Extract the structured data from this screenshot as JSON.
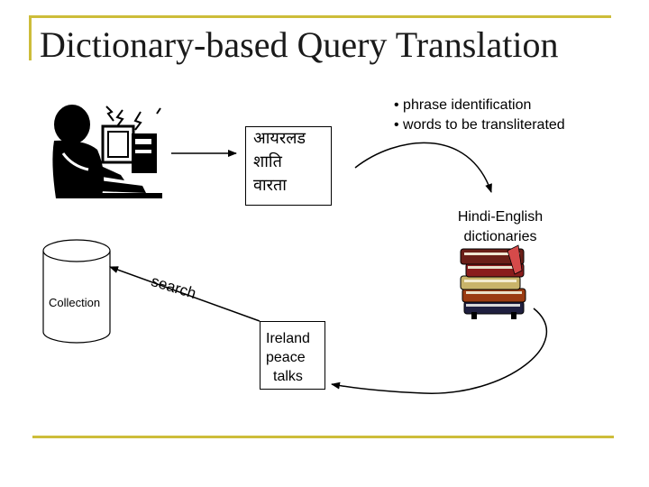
{
  "title": "Dictionary-based Query Translation",
  "hindi_query": [
    "आयरलड",
    "शाति",
    "वारता"
  ],
  "bullets": [
    "• phrase identification",
    "• words to be transliterated"
  ],
  "dictionary_label": [
    "Hindi-English",
    "dictionaries"
  ],
  "collection_label": "Collection",
  "search_label": "search",
  "english_query": [
    "Ireland",
    "peace",
    "talks"
  ],
  "icons": [
    "user-at-computer-icon",
    "database-cylinder-icon",
    "books-stack-icon"
  ],
  "colors": {
    "rule": "#cdbd3a",
    "ink": "#000000",
    "background": "#ffffff"
  }
}
